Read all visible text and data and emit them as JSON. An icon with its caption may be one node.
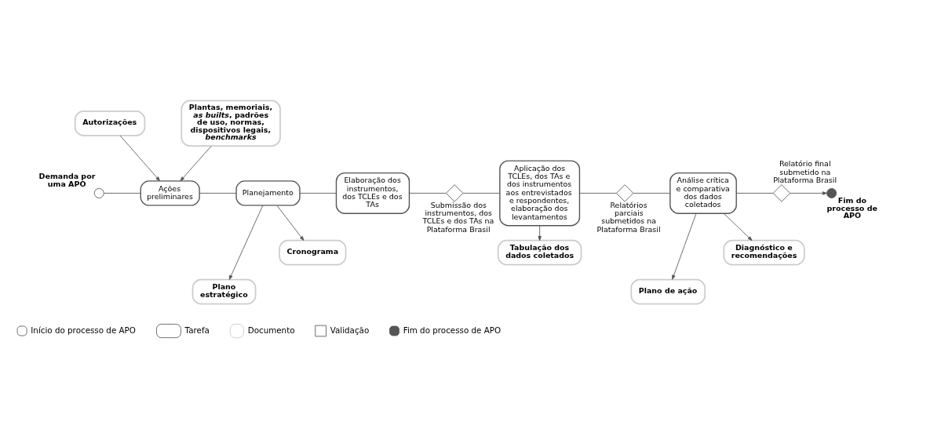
{
  "diagram": {
    "nodes": [
      {
        "text": [],
        "shape": "circle",
        "beside": [
          "Demanda por uma APO"
        ]
      },
      {
        "text": [
          "Autorizações"
        ]
      },
      {
        "text": [
          "Plantas, memoriais, *as builts*, padrões de uso, normas, dispositivos legais, *benchmarks*"
        ]
      },
      {
        "text": [
          "Ações preliminares"
        ]
      },
      {
        "text": [
          "Planejamento"
        ]
      },
      {
        "text": [
          "Cronograma"
        ]
      },
      {
        "text": [
          "Plano estratégico"
        ]
      },
      {
        "text": [
          "Elaboração dos instrumentos, dos TCLEs e dos TAs"
        ]
      },
      {
        "text": [],
        "shape": "diamond",
        "beside": [
          "Submissão dos instrumentos, dos TCLEs e dos TAs na Plataforma Brasil"
        ]
      },
      {
        "text": [
          "Aplicação dos TCLEs, dos TAs e dos instrumentos aos entrevistados e respondentes, elaboração dos levantamentos"
        ]
      },
      {
        "text": [
          "Tabulação dos dados coletados"
        ]
      },
      {
        "text": [],
        "shape": "diamond",
        "beside": [
          "Relatórios parciais submetidos na Plataforma Brasil"
        ]
      },
      {
        "text": [
          "Análise crítica e comparativa dos dados coletados"
        ]
      },
      {
        "text": [
          "Diagnóstico e recomendações"
        ]
      },
      {
        "text": [
          "Plano de ação"
        ]
      },
      {
        "text": [],
        "shape": "diamond",
        "beside": [
          "Relatório final submetido na Plataforma Brasil"
        ]
      },
      {
        "text": [],
        "shape": "circle",
        "beside": [
          "Fim do processo de APO"
        ]
      }
    ],
    "edges": [
      {
        "from": 0,
        "to": 3,
        "arrow": "none"
      },
      {
        "from": 1,
        "to": 3,
        "arrow": "to"
      },
      {
        "from": 2,
        "to": 3,
        "arrow": "to"
      },
      {
        "from": 3,
        "to": 4,
        "arrow": "none"
      },
      {
        "from": 4,
        "to": 5,
        "arrow": "to"
      },
      {
        "from": 4,
        "to": 6,
        "arrow": "to"
      },
      {
        "from": 4,
        "to": 7,
        "arrow": "none"
      },
      {
        "from": 7,
        "to": 8,
        "arrow": "none"
      },
      {
        "from": 8,
        "to": 9,
        "arrow": "none"
      },
      {
        "from": 9,
        "to": 10,
        "arrow": "to"
      },
      {
        "from": 9,
        "to": 11,
        "arrow": "none"
      },
      {
        "from": 11,
        "to": 12,
        "arrow": "none"
      },
      {
        "from": 12,
        "to": 13,
        "arrow": "to"
      },
      {
        "from": 12,
        "to": 14,
        "arrow": "to"
      },
      {
        "from": 12,
        "to": 15,
        "arrow": "none"
      },
      {
        "from": 15,
        "to": 16,
        "arrow": "to"
      }
    ],
    "legend": [
      {
        "text": "Início do processo de APO"
      },
      {
        "text": "Tarefa"
      },
      {
        "text": "Documento"
      },
      {
        "text": "Validação"
      },
      {
        "text": "Fim do processo de APO"
      }
    ]
  }
}
